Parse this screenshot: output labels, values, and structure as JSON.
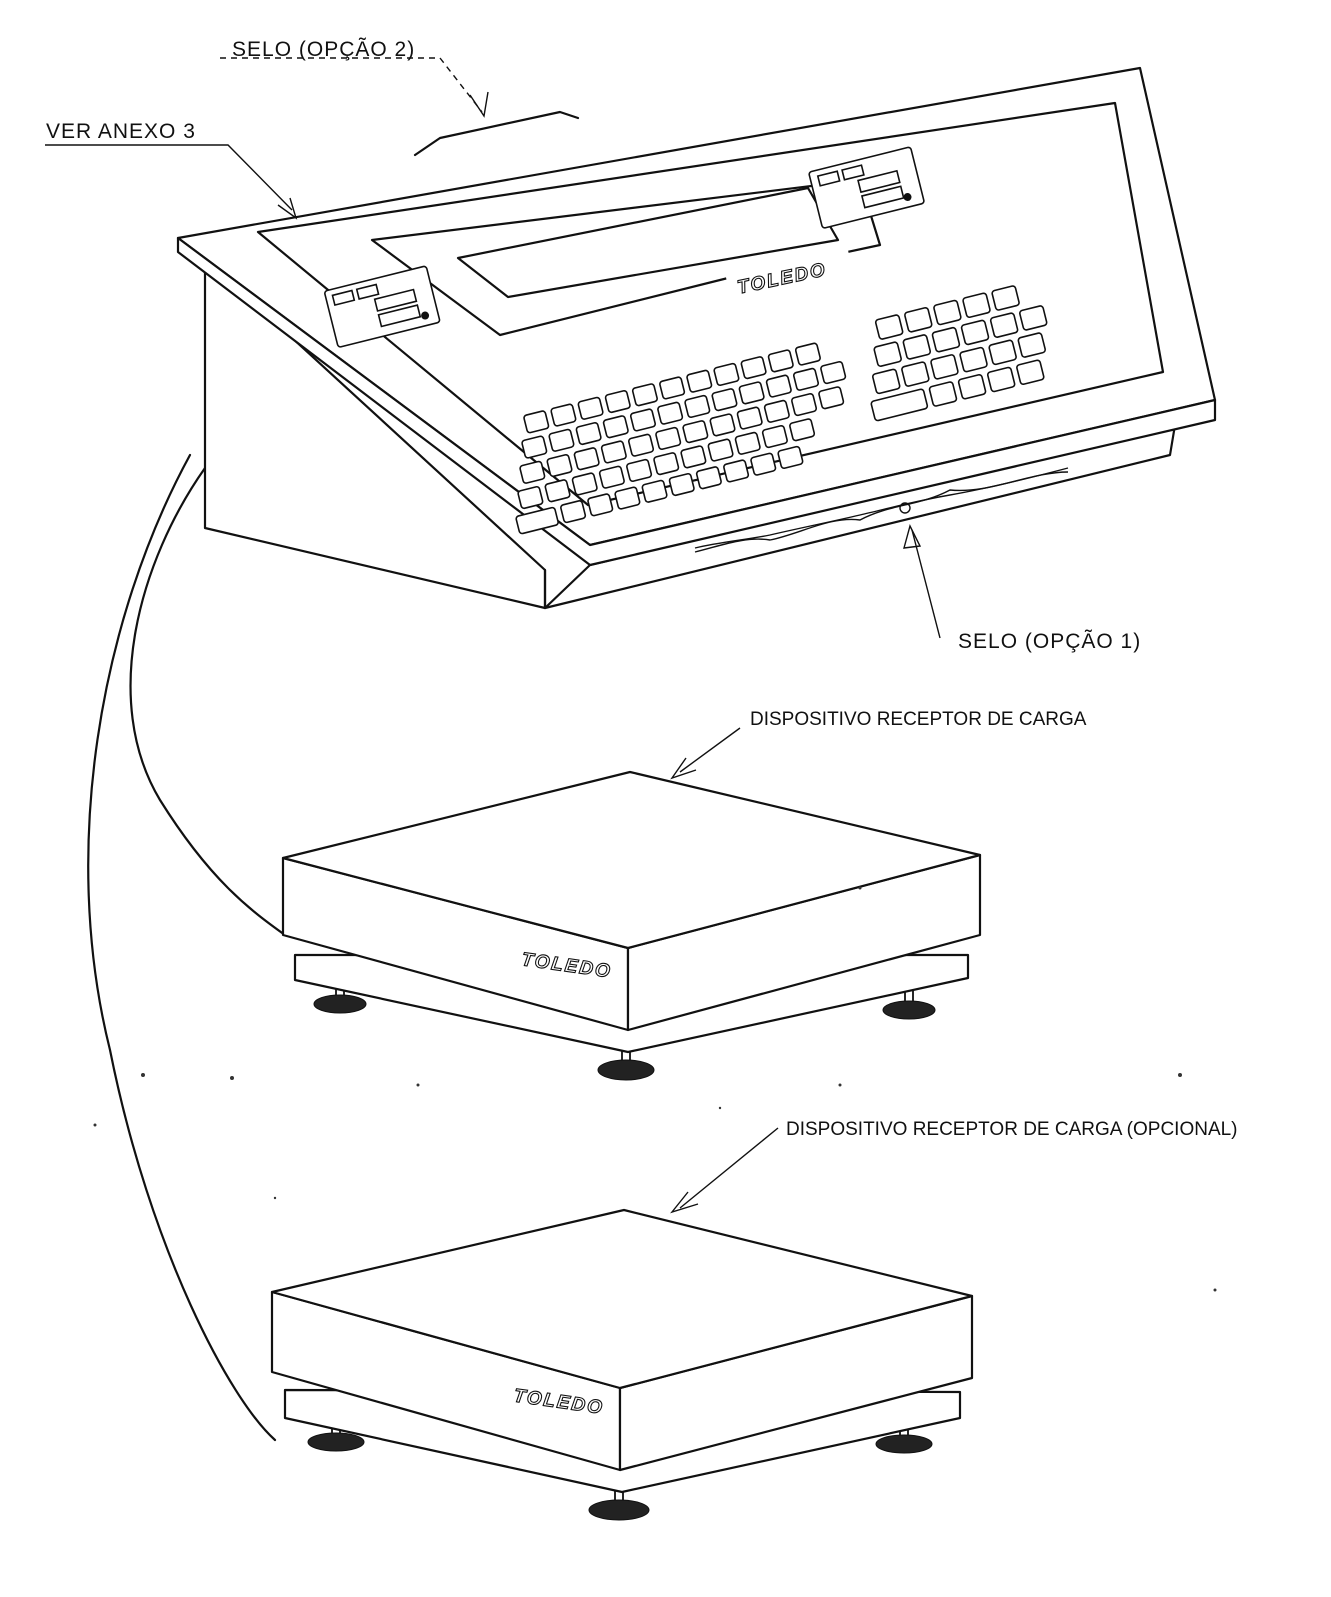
{
  "labels": {
    "seal_option_2": "SELO (OPÇÃO 2)",
    "see_annex": "VER ANEXO 3",
    "seal_option_1": "SELO (OPÇÃO 1)",
    "load_receiver": "DISPOSITIVO RECEPTOR DE CARGA",
    "load_receiver_optional": "DISPOSITIVO RECEPTOR DE CARGA (OPCIONAL)"
  },
  "brand": {
    "terminal": "TOLEDO",
    "platform_1": "TOLEDO",
    "platform_2": "TOLEDO"
  }
}
